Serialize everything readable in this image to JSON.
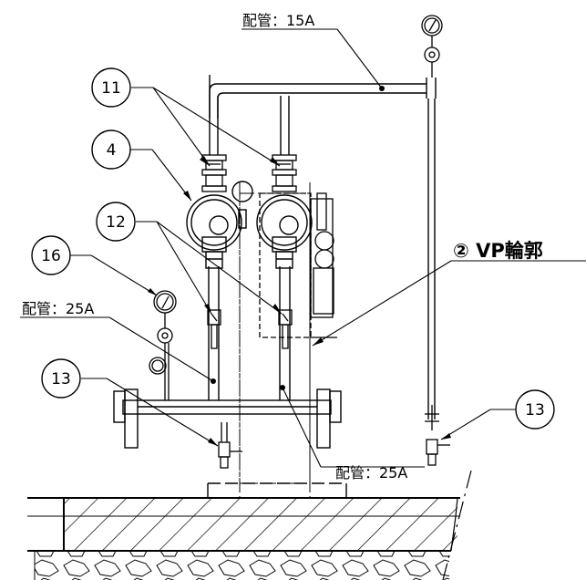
{
  "labels": {
    "pipe_15a": "配管：15A",
    "pipe_25a_left": "配管：25A",
    "pipe_25a_bottom": "配管：25A",
    "vp_section": "② VP輪郭"
  },
  "callouts": {
    "c11": "11",
    "c4": "4",
    "c12": "12",
    "c16": "16",
    "c13_left": "13",
    "c13_right": "13"
  }
}
